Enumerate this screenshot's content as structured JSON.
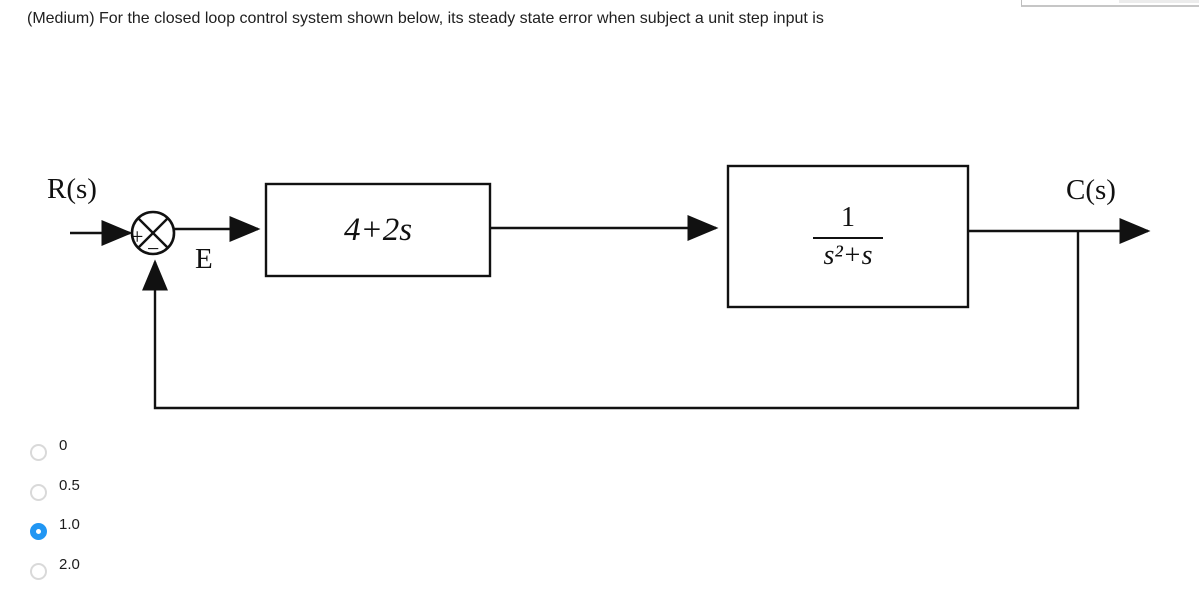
{
  "question": {
    "text": "(Medium) For the closed loop control system shown below, its steady state error when subject a unit step input is"
  },
  "diagram": {
    "input_label": "R(s)",
    "error_label": "E",
    "output_label": "C(s)",
    "summing_junction": {
      "plus_sign": "+",
      "minus_sign": "−"
    },
    "forward_block": {
      "label": "4+2s"
    },
    "plant_block": {
      "numerator": "1",
      "denominator": "s²+s"
    }
  },
  "options": [
    {
      "label": "0",
      "selected": false
    },
    {
      "label": "0.5",
      "selected": false
    },
    {
      "label": "1.0",
      "selected": true
    },
    {
      "label": "2.0",
      "selected": false
    }
  ],
  "colors": {
    "accent": "#2196f3",
    "line": "#111111",
    "text": "#202020"
  }
}
